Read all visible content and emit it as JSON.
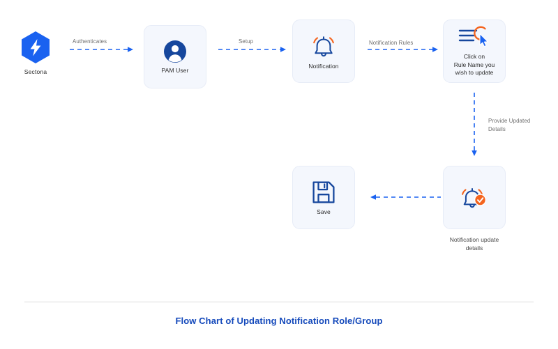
{
  "diagram": {
    "title": "Flow Chart of Updating Notification Role/Group",
    "accent_blue": "#1a62f0",
    "icon_blue": "#16479d",
    "accent_orange": "#f4641e",
    "card_bg": "#f4f7fd",
    "title_color": "#1449bb",
    "label_color": "#6d6d6d"
  },
  "nodes": {
    "sectona": {
      "label": "Sectona",
      "icon": "sectona-hexagon-bolt-icon"
    },
    "pam_user": {
      "label": "PAM User",
      "icon": "user-avatar-icon"
    },
    "notification": {
      "label": "Notification",
      "icon": "bell-icon"
    },
    "click_rule": {
      "label_line1": "Click on",
      "label_line2": "Rule Name you",
      "label_line3": "wish to update",
      "icon": "menu-list-cursor-icon"
    },
    "save": {
      "label": "Save",
      "icon": "floppy-disk-save-icon"
    },
    "notification_update": {
      "label_line1": "Notification update",
      "label_line2": "details",
      "icon": "bell-check-icon"
    }
  },
  "edges": {
    "authenticates": {
      "label": "Authenticates",
      "from": "sectona",
      "to": "pam_user",
      "style": "dashed",
      "direction": "right"
    },
    "setup": {
      "label": "Setup",
      "from": "pam_user",
      "to": "notification",
      "style": "dashed",
      "direction": "right"
    },
    "notification_rules": {
      "label": "Notification Rules",
      "from": "notification",
      "to": "click_rule",
      "style": "dashed",
      "direction": "right"
    },
    "provide_updated_details": {
      "label_line1": "Provide Updated",
      "label_line2": "Details",
      "from": "click_rule",
      "to": "notification_update",
      "style": "dashed",
      "direction": "down"
    },
    "to_save": {
      "label": "",
      "from": "notification_update",
      "to": "save",
      "style": "dashed",
      "direction": "left"
    }
  }
}
